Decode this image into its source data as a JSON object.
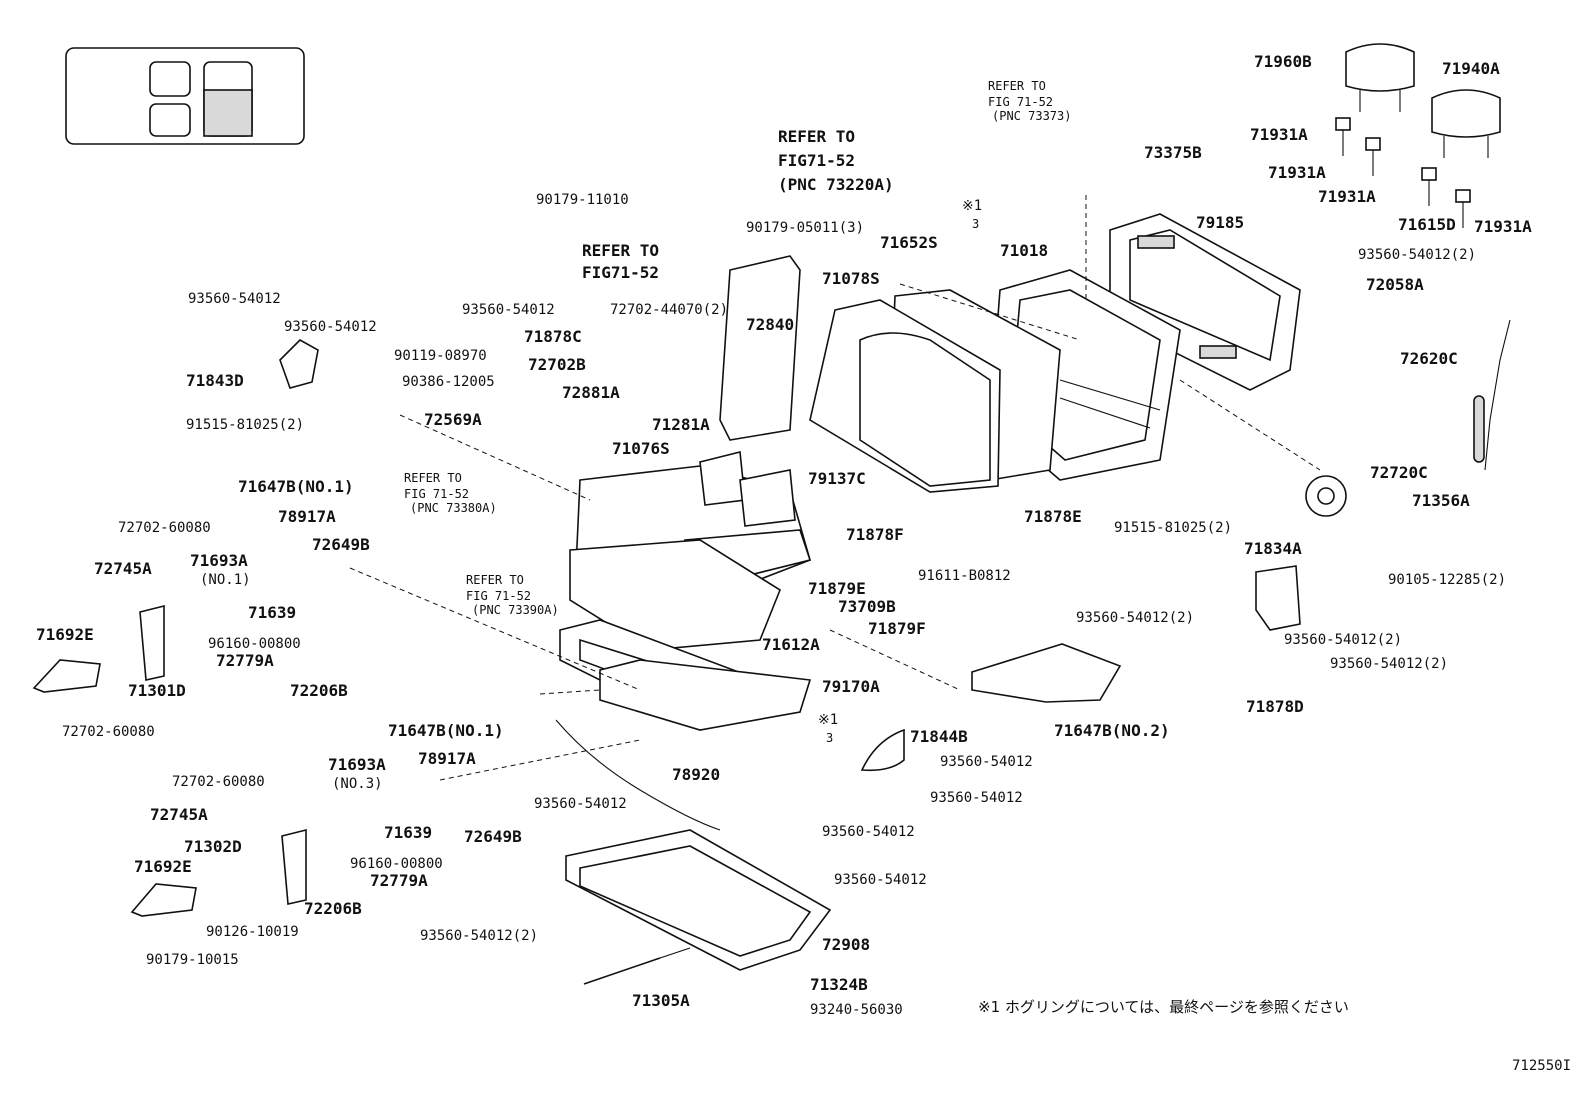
{
  "labels": {
    "l71960B": "71960B",
    "l71940A": "71940A",
    "l71931A_1": "71931A",
    "l71931A_2": "71931A",
    "l71931A_3": "71931A",
    "l71931A_4": "71931A",
    "l71615D": "71615D",
    "l93560_54012_2a": "93560-54012(2)",
    "l72058A": "72058A",
    "l79185": "79185",
    "l73375B": "73375B",
    "l71018": "71018",
    "l71652S": "71652S",
    "l71078S": "71078S",
    "l72620C": "72620C",
    "l72720C": "72720C",
    "l71356A": "71356A",
    "l71878E": "71878E",
    "l91515_81025_2b": "91515-81025(2)",
    "l71834A": "71834A",
    "l90105_12285": "90105-12285(2)",
    "l93560_54012_2b": "93560-54012(2)",
    "l93560_54012_2c": "93560-54012(2)",
    "l93560_54012_2d": "93560-54012(2)",
    "l71878D": "71878D",
    "l71647B_2": "71647B(NO.2)",
    "l90179_11010": "90179-11010",
    "l90179_05011": "90179-05011(3)",
    "l93560_54012_a": "93560-54012",
    "l93560_54012_b": "93560-54012",
    "l93560_54012_c": "93560-54012",
    "l72702_44070": "72702-44070(2)",
    "l71878C": "71878C",
    "l72840": "72840",
    "l72702B": "72702B",
    "l72881A": "72881A",
    "l71281A": "71281A",
    "l90119_08970": "90119-08970",
    "l90386_12005": "90386-12005",
    "l71843D": "71843D",
    "l91515_81025_2a": "91515-81025(2)",
    "l72569A": "72569A",
    "l71076S": "71076S",
    "l79137C": "79137C",
    "l71878F": "71878F",
    "l71879E": "71879E",
    "l91611_B0812": "91611-B0812",
    "l73709B": "73709B",
    "l71879F": "71879F",
    "l71612A": "71612A",
    "l79170A": "79170A",
    "l71647B_1a": "71647B(NO.1)",
    "l78917A_a": "78917A",
    "l72649B_a": "72649B",
    "l71693A_a": "71693A",
    "l no1": "(NO.1)",
    "l71639_a": "71639",
    "l72702_60080_a": "72702-60080",
    "l72745A_a": "72745A",
    "l71692E_a": "71692E",
    "l96160_00800_a": "96160-00800",
    "l72779A_a": "72779A",
    "l71301D": "71301D",
    "l72206B_a": "72206B",
    "l72702_60080_b": "72702-60080",
    "l71647B_1b": "71647B(NO.1)",
    "l78917A_b": "78917A",
    "l71693A_b": "71693A",
    "l no3": "(NO.3)",
    "l72702_60080_c": "72702-60080",
    "l72745A_b": "72745A",
    "l71639_b": "71639",
    "l72649B_b": "72649B",
    "l71302D": "71302D",
    "l96160_00800_b": "96160-00800",
    "l71692E_b": "71692E",
    "l72779A_b": "72779A",
    "l72206B_b": "72206B",
    "l90126_10019": "90126-10019",
    "l90179_10015": "90179-10015",
    "l78920": "78920",
    "l93560_54012_d": "93560-54012",
    "l93560_54012_e": "93560-54012",
    "l93560_54012_f": "93560-54012",
    "l93560_54012_g": "93560-54012",
    "l93560_54012_h": "93560-54012",
    "l93560_54012_i": "93560-54012(2)",
    "l71844B": "71844B",
    "l72908": "72908",
    "l71324B": "71324B",
    "l93240_56030": "93240-56030",
    "l71305A": "71305A",
    "mark1": "※1",
    "mark1_val": "3",
    "mark2": "※1",
    "mark2_val": "3"
  },
  "refers": {
    "r1a": "REFER TO",
    "r1b": "FIG71-52",
    "r1c": "(PNC 73220A)",
    "r2a": "REFER TO",
    "r2b": "FIG71-52",
    "r3a": "REFER TO",
    "r3b": "FIG 71-52",
    "r3c": "(PNC 73373)",
    "r4a": "REFER TO",
    "r4b": "FIG 71-52",
    "r4c": "(PNC 73380A)",
    "r5a": "REFER TO",
    "r5b": "FIG 71-52",
    "r5c": "(PNC 73390A)"
  },
  "footnote": "※1  ホグリングについては、最終ページを参照ください",
  "fig_code": "712550I"
}
